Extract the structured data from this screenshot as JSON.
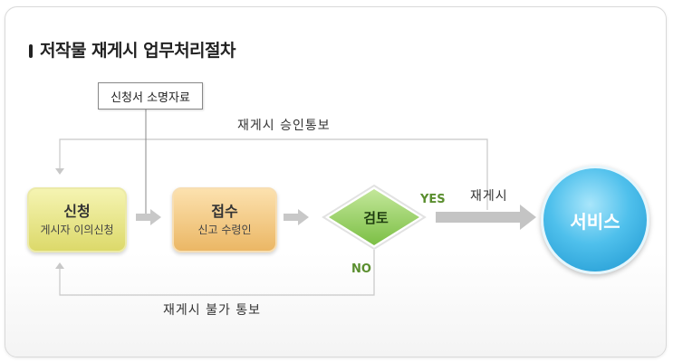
{
  "title": "저작물 재게시 업무처리절차",
  "document": "신청서 소명자료",
  "approve_label": "재게시 승인통보",
  "reject_label": "재게시 불가 통보",
  "repost_label": "재게시",
  "nodes": {
    "apply": {
      "main": "신청",
      "sub": "게시자 이의신청"
    },
    "receive": {
      "main": "접수",
      "sub": "신고 수령인"
    },
    "review": {
      "main": "검토"
    },
    "service": {
      "main": "서비스"
    }
  },
  "decision": {
    "yes": "YES",
    "no": "NO"
  },
  "colors": {
    "apply": "#dcd96a",
    "receive": "#ebb765",
    "review": "#8fcb5a",
    "service": "#4fc0ec",
    "connector": "#c8c8c8"
  }
}
